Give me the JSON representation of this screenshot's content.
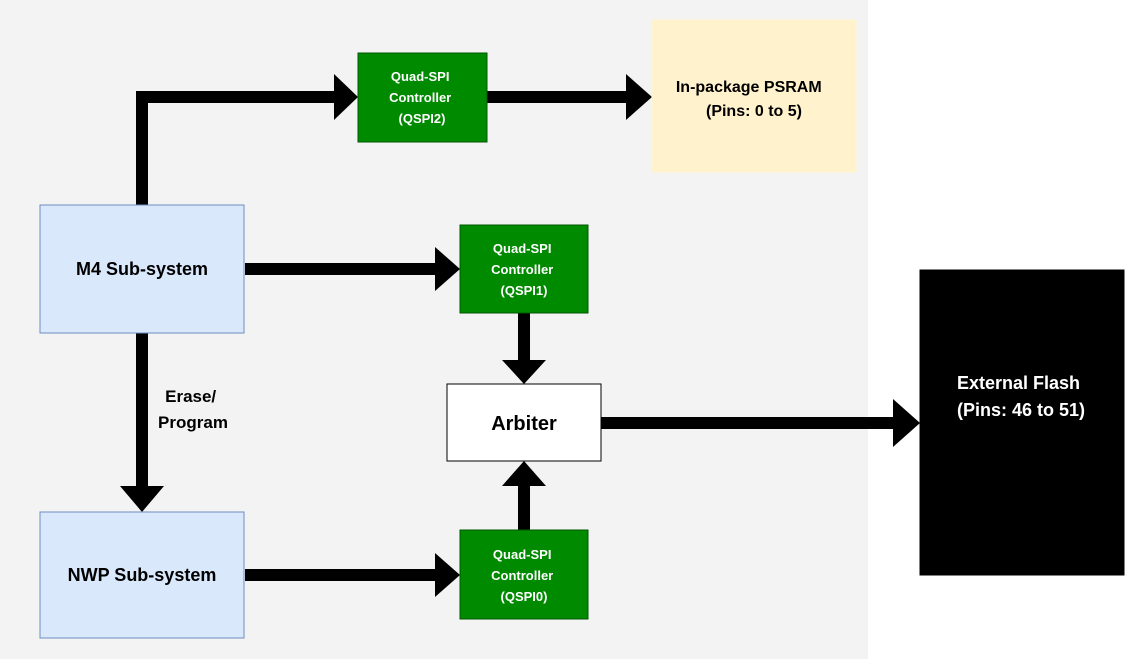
{
  "blocks": {
    "m4": {
      "label": "M4 Sub-system"
    },
    "nwp": {
      "label": "NWP Sub-system"
    },
    "qspi2": {
      "lines": [
        "Quad-SPI",
        "Controller",
        "(QSPI2)"
      ]
    },
    "qspi1": {
      "lines": [
        "Quad-SPI",
        "Controller",
        "(QSPI1)"
      ]
    },
    "qspi0": {
      "lines": [
        "Quad-SPI",
        "Controller",
        "(QSPI0)"
      ]
    },
    "psram": {
      "lines": [
        "In-package PSRAM",
        "(Pins: 0 to 5)"
      ]
    },
    "arbiter": {
      "label": "Arbiter"
    },
    "flash": {
      "lines": [
        "External Flash",
        "(Pins: 46 to 51)"
      ]
    }
  },
  "annotations": {
    "erase_program": [
      "Erase/",
      "Program"
    ]
  },
  "colors": {
    "background_panel": "#f3f3f3",
    "subsystem_fill": "#dae8fc",
    "subsystem_stroke": "#6c8ebf",
    "qspi_fill": "#008a00",
    "qspi_stroke": "#005700",
    "qspi_text": "#ffffff",
    "psram_fill": "#fff2cc",
    "arbiter_fill": "#ffffff",
    "flash_fill": "#000000",
    "flash_text": "#ffffff",
    "arrow": "#000000"
  }
}
